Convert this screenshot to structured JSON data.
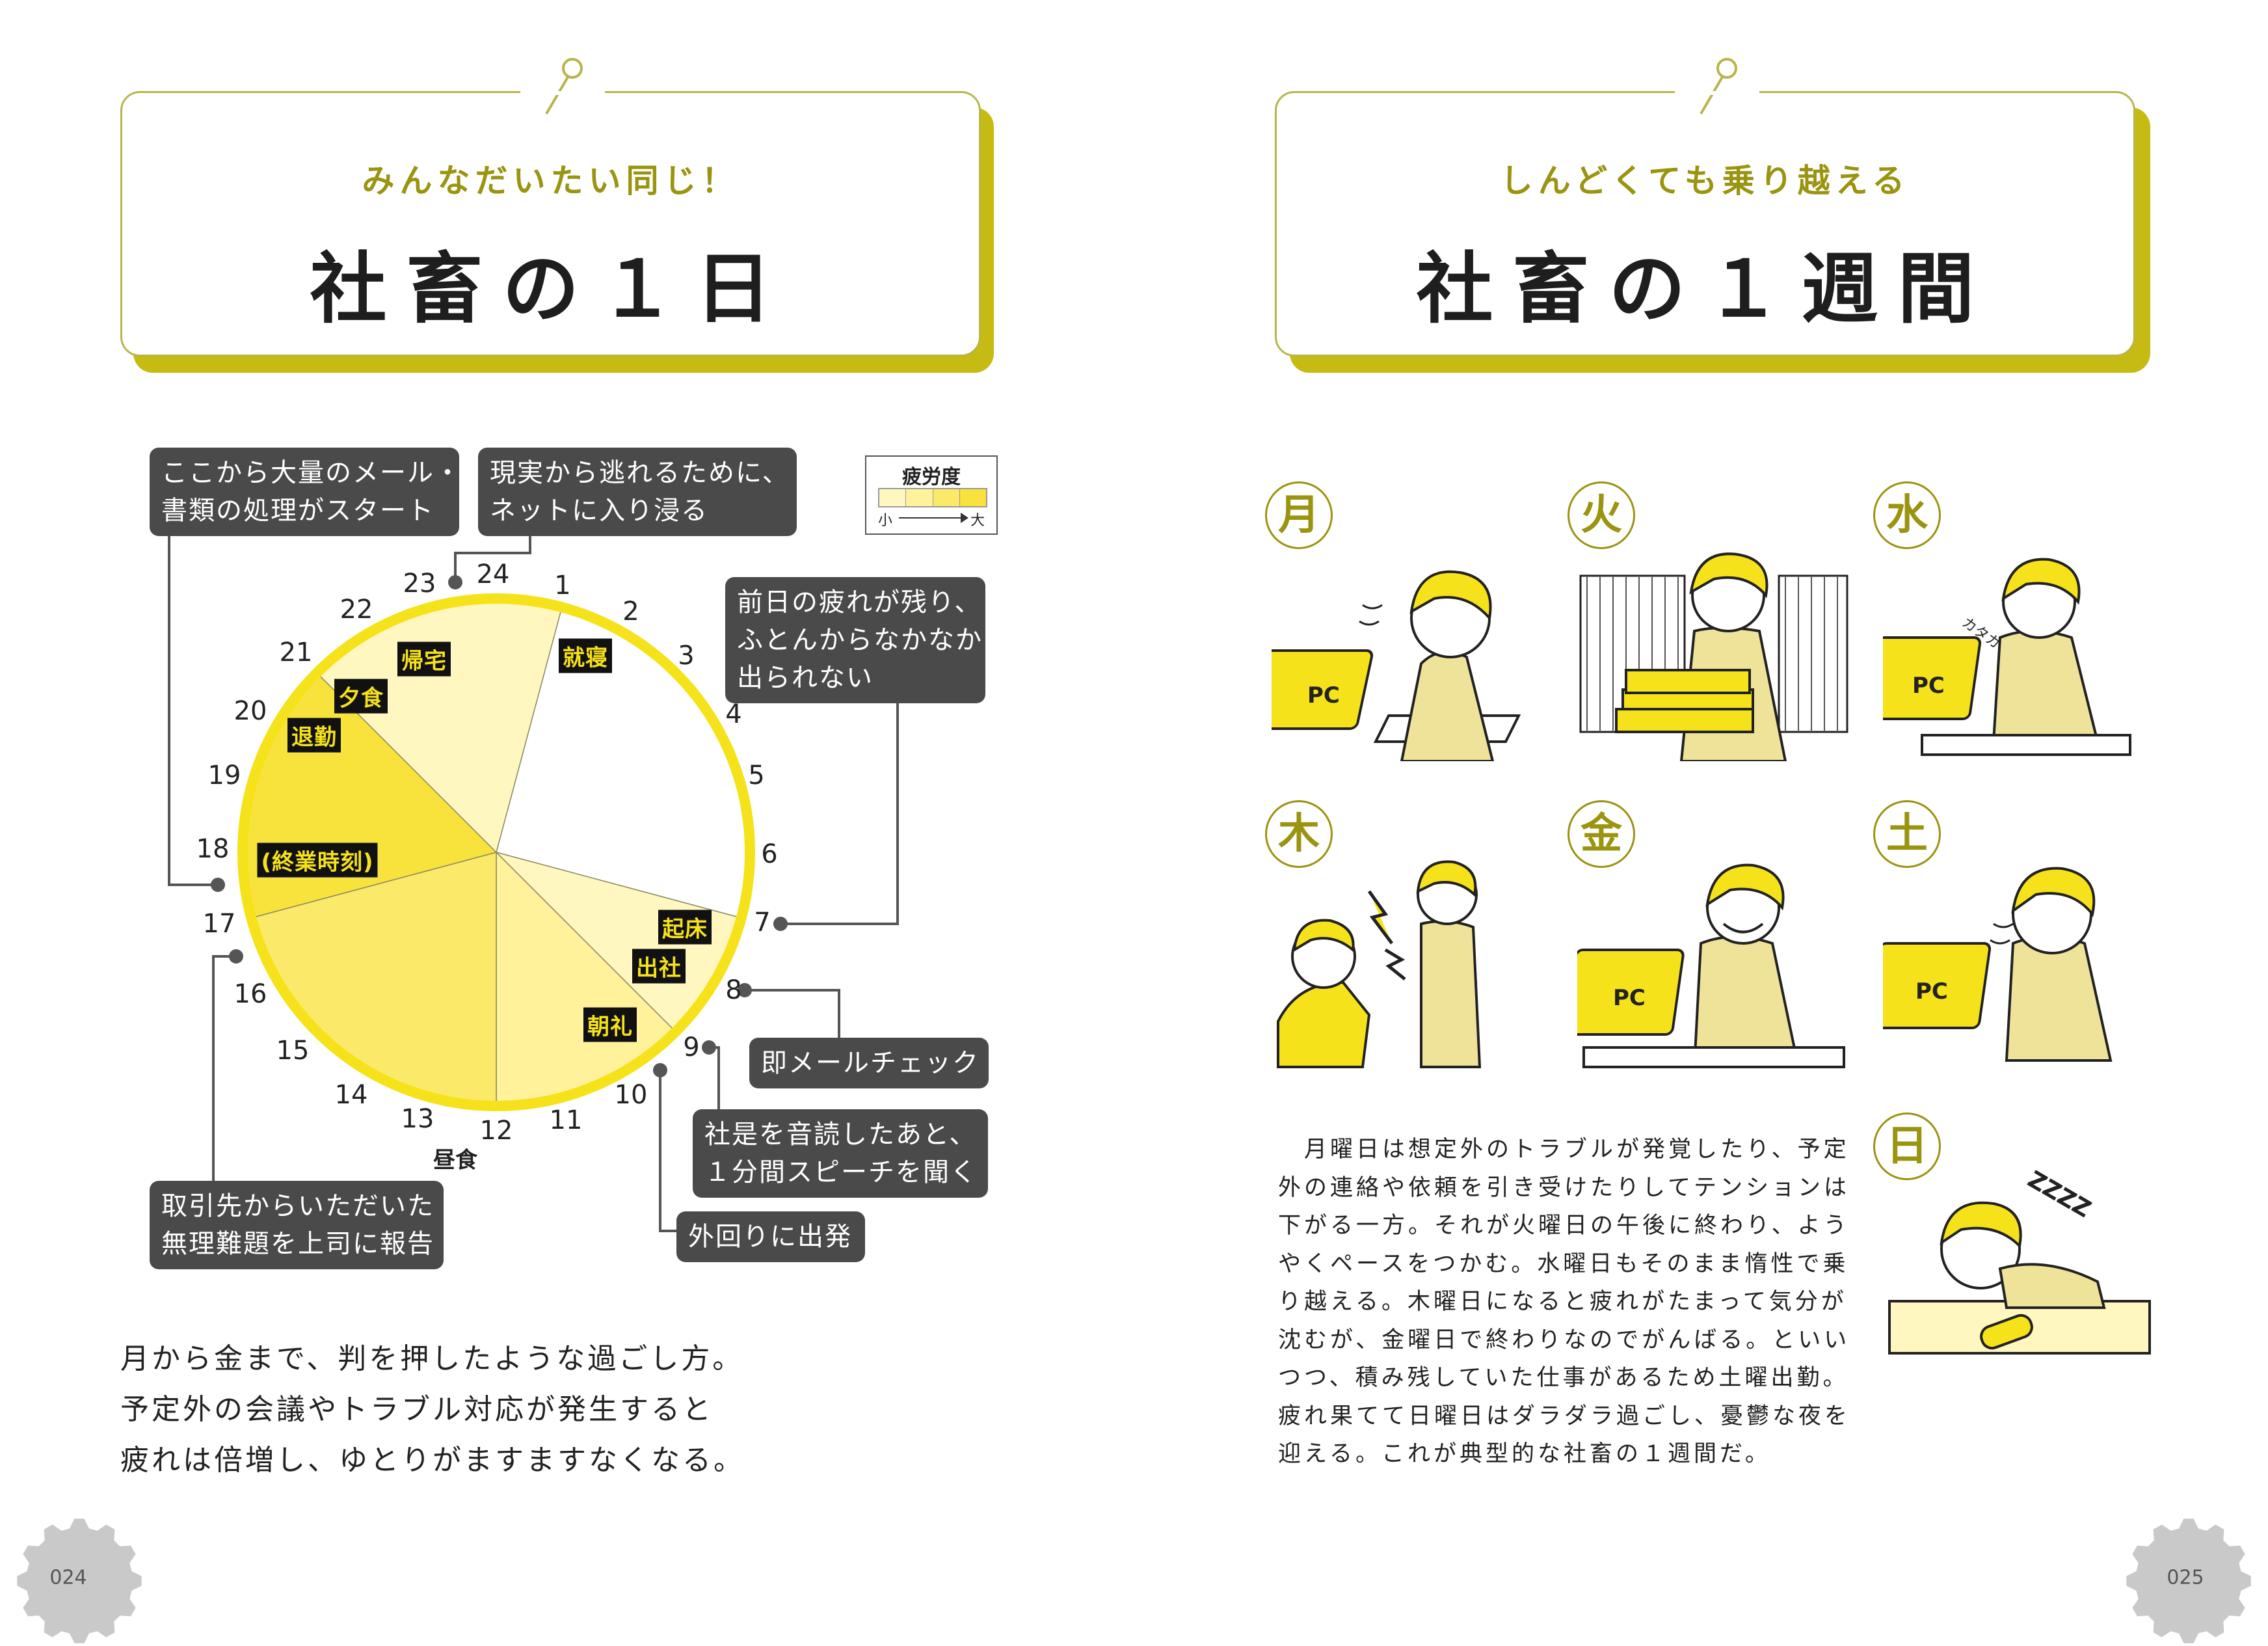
{
  "left_page": {
    "subtitle": "みんなだいたい同じ！",
    "title": "社畜の１日",
    "legend": {
      "title": "疲労度",
      "small": "小",
      "large": "大"
    },
    "hours": [
      "24",
      "1",
      "2",
      "3",
      "4",
      "5",
      "6",
      "7",
      "8",
      "9",
      "10",
      "11",
      "12",
      "13",
      "14",
      "15",
      "16",
      "17",
      "18",
      "19",
      "20",
      "21",
      "22",
      "23"
    ],
    "events": {
      "sleep": "就寝",
      "wake": "起床",
      "commute": "出社",
      "morning_meeting": "朝礼",
      "lunch": "昼食",
      "end_time": "(終業時刻)",
      "leave": "退勤",
      "dinner": "夕食",
      "home": "帰宅"
    },
    "callouts": {
      "emails": "ここから大量のメール・\n書類の処理がスタート",
      "escape": "現実から逃れるために、\nネットに入り浸る",
      "tired_morning": "前日の疲れが残り、\nふとんからなかなか\n出られない",
      "mail_check": "即メールチェック",
      "speech": "社是を音読したあと、\n１分間スピーチを聞く",
      "outside": "外回りに出発",
      "report": "取引先からいただいた\n無理難題を上司に報告"
    },
    "body": "月から金まで、判を押したような過ごし方。\n予定外の会議やトラブル対応が発生すると\n疲れは倍増し、ゆとりがますますなくなる。",
    "page_number": "024"
  },
  "right_page": {
    "subtitle": "しんどくても乗り越える",
    "title": "社畜の１週間",
    "days": [
      "月",
      "火",
      "水",
      "木",
      "金",
      "土",
      "日"
    ],
    "illus_texts": {
      "pc": "PC",
      "typing": "カタカタ…",
      "zzz": "ZZZZ"
    },
    "body": "　月曜日は想定外のトラブルが発覚したり、予定\n外の連絡や依頼を引き受けたりしてテンションは\n下がる一方。それが火曜日の午後に終わり、よう\nやくペースをつかむ。水曜日もそのまま惰性で乗\nり越える。木曜日になると疲れがたまって気分が\n沈むが、金曜日で終わりなのでがんばる。といい\nつつ、積み残していた仕事があるため土曜出勤。\n疲れ果てて日曜日はダラダラ過ごし、憂鬱な夜を\n迎える。これが典型的な社畜の１週間だ。",
    "page_number": "025"
  },
  "colors": {
    "accent_olive": "#c6bb12",
    "text_olive": "#9a9410",
    "clock_yellow": "#f6e21b",
    "fatigue_levels": [
      "#ffffff",
      "#fff7bf",
      "#fff29a",
      "#fbe96a",
      "#f8e33c"
    ]
  },
  "fatigue_chart": {
    "segments": [
      {
        "from_hour": 1,
        "to_hour": 7,
        "level": 0
      },
      {
        "from_hour": 7,
        "to_hour": 9,
        "level": 1
      },
      {
        "from_hour": 9,
        "to_hour": 12,
        "level": 2
      },
      {
        "from_hour": 12,
        "to_hour": 17,
        "level": 3
      },
      {
        "from_hour": 17,
        "to_hour": 21,
        "level": 4
      },
      {
        "from_hour": 21,
        "to_hour": 25,
        "level": 1
      }
    ]
  }
}
